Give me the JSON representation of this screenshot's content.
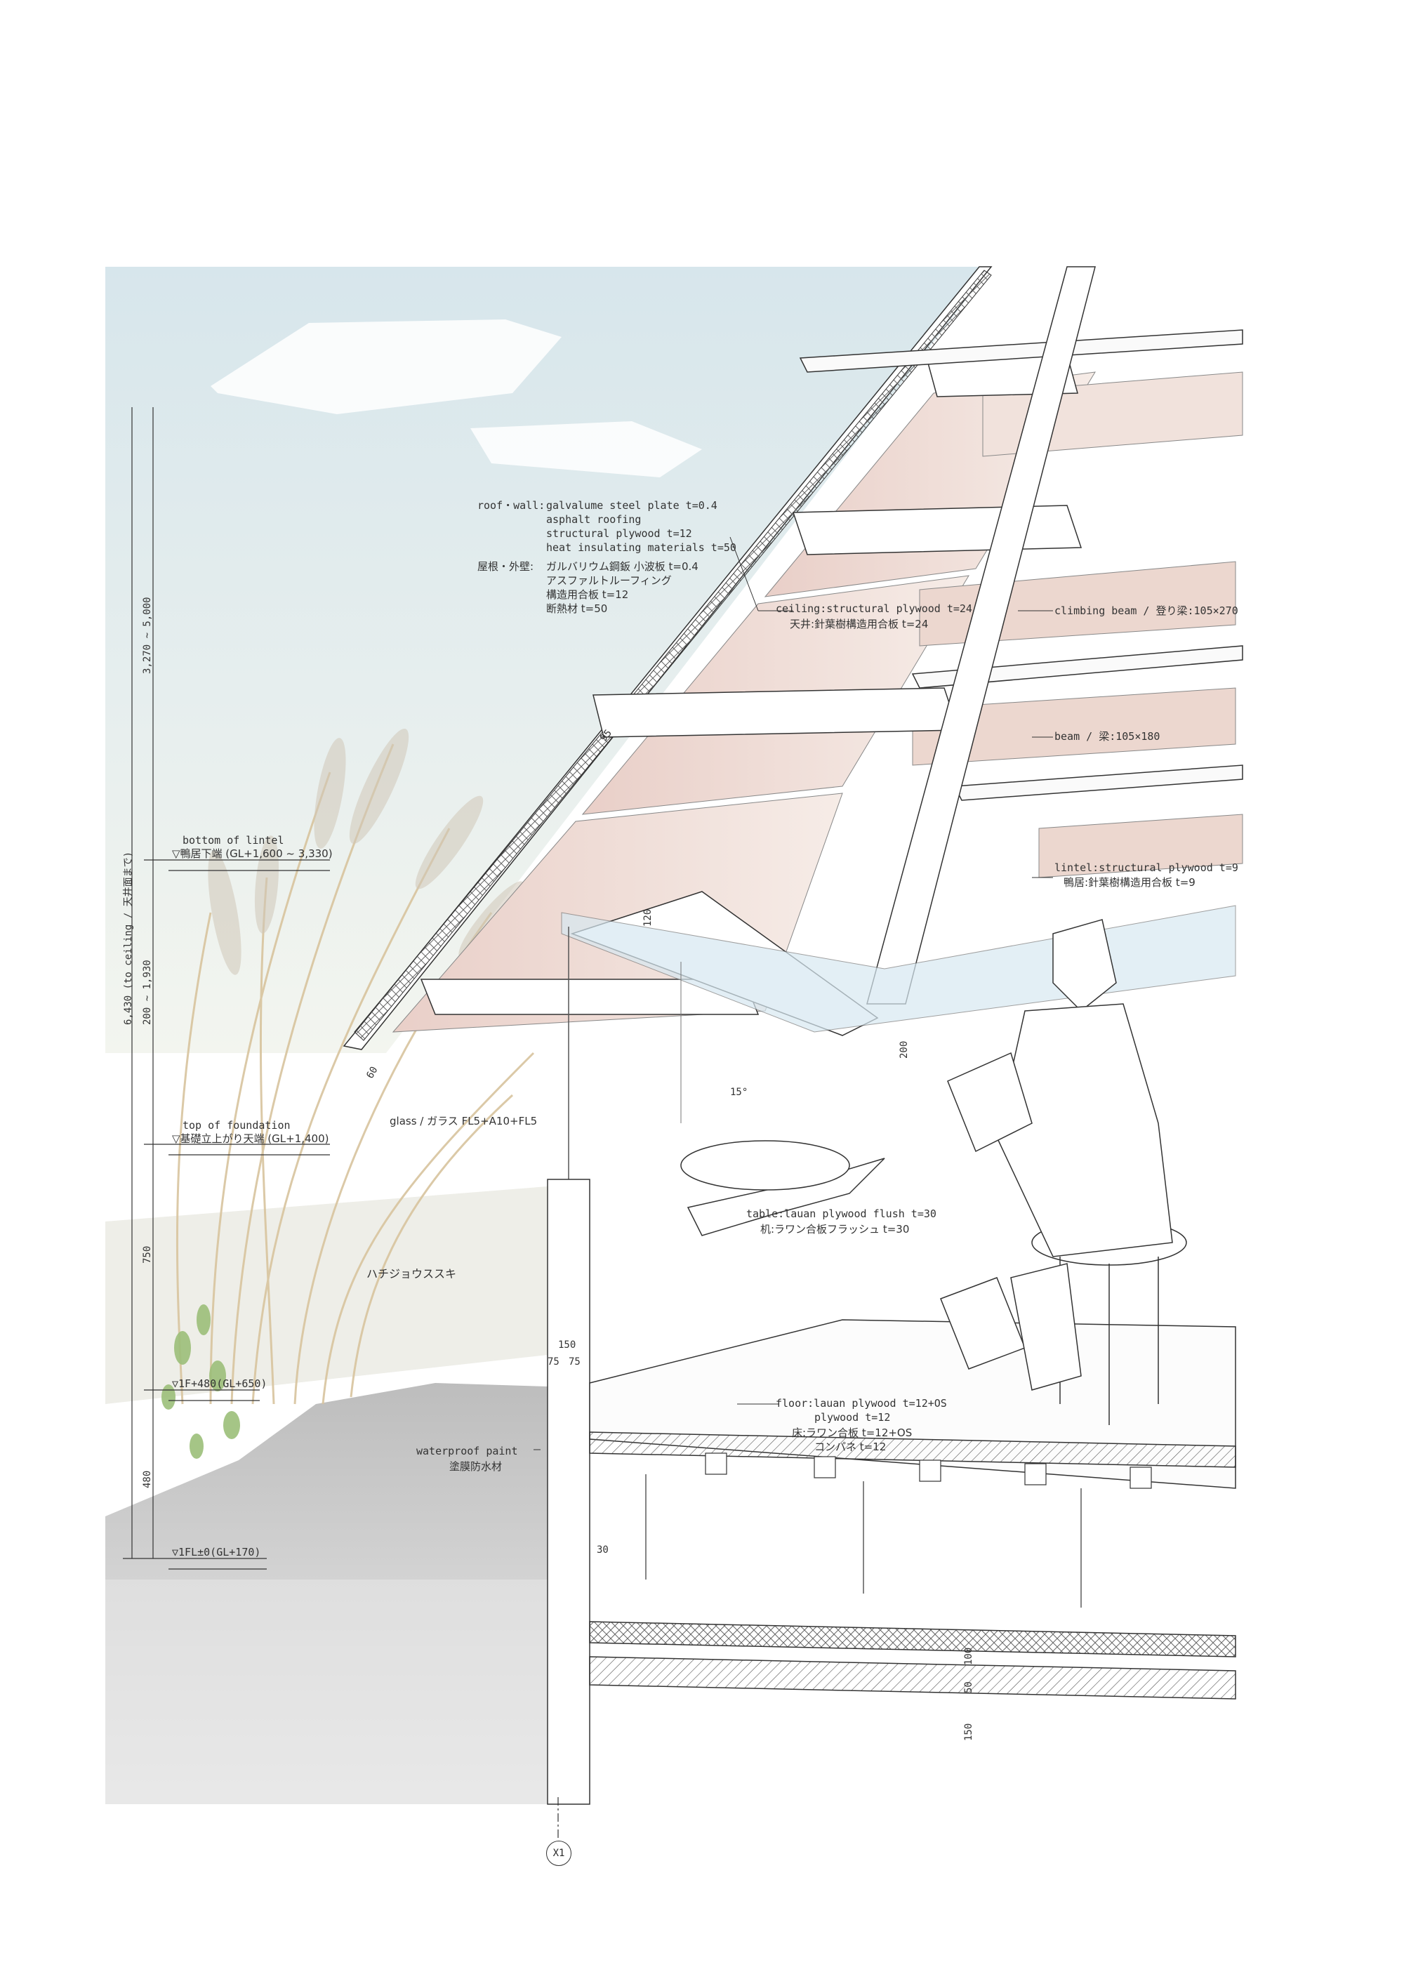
{
  "colors": {
    "sky_top": "#dbe8ee",
    "sky_bottom": "#eef3f2",
    "ceiling_panel": "#eed8d2",
    "ground": "#d9d9d9",
    "grass": "#d8c49e",
    "glass": "#d7e8f1",
    "line": "#3a3a3a"
  },
  "roof": {
    "en_title": "roof・wall:",
    "en_lines": [
      "galvalume steel plate t=0.4",
      "asphalt roofing",
      "structural plywood t=12",
      "heat insulating materials t=50"
    ],
    "jp_title": "屋根・外壁:",
    "jp_lines": [
      "ガルバリウム鋼鈑 小波板 t=0.4",
      "アスファルトルーフィング",
      "構造用合板 t=12",
      "断熱材 t=50"
    ]
  },
  "ceiling": {
    "en": "ceiling:structural plywood t=24",
    "jp": "天井:針葉樹構造用合板 t=24"
  },
  "climbing_beam": "climbing beam / 登り梁:105×270",
  "beam": "beam / 梁:105×180",
  "lintel": {
    "en": "lintel:structural plywood t=9",
    "jp": "鴨居:針葉樹構造用合板 t=9"
  },
  "glass": "glass / ガラス FL5+A10+FL5",
  "table": {
    "en": "table:lauan plywood flush t=30",
    "jp": "机:ラワン合板フラッシュ t=30"
  },
  "floor": {
    "en_l1": "floor:lauan plywood t=12+OS",
    "en_l2": "plywood t=12",
    "jp_l1": "床:ラワン合板 t=12+OS",
    "jp_l2": "コンパネ t=12"
  },
  "waterproof": {
    "en": "waterproof paint",
    "jp": "塗膜防水材"
  },
  "grass_label": "ハチジョウススキ",
  "levels": {
    "bottom_of_lintel_en": "bottom of lintel",
    "bottom_of_lintel_jp": "▽鴨居下端 (GL+1,600 ~ 3,330)",
    "top_of_foundation_en": "top of foundation",
    "top_of_foundation_jp": "▽基礎立上がり天端 (GL+1,400)",
    "f480": "▽1F+480(GL+650)",
    "fl0": "▽1FL±0(GL+170)"
  },
  "dims": {
    "total": "6,430 (to ceiling / 天井面まで)",
    "upper": "3,270 ~ 5,000",
    "mid": "200 ~ 1,930",
    "d750": "750",
    "d480": "480",
    "d95": "95",
    "d120": "120",
    "d60": "60",
    "d200": "200",
    "d15": "15°",
    "d150": "150",
    "d75a": "75",
    "d75b": "75",
    "d30": "30",
    "d100": "100",
    "d50": "50",
    "d150b": "150"
  },
  "grid_marker": "X1"
}
